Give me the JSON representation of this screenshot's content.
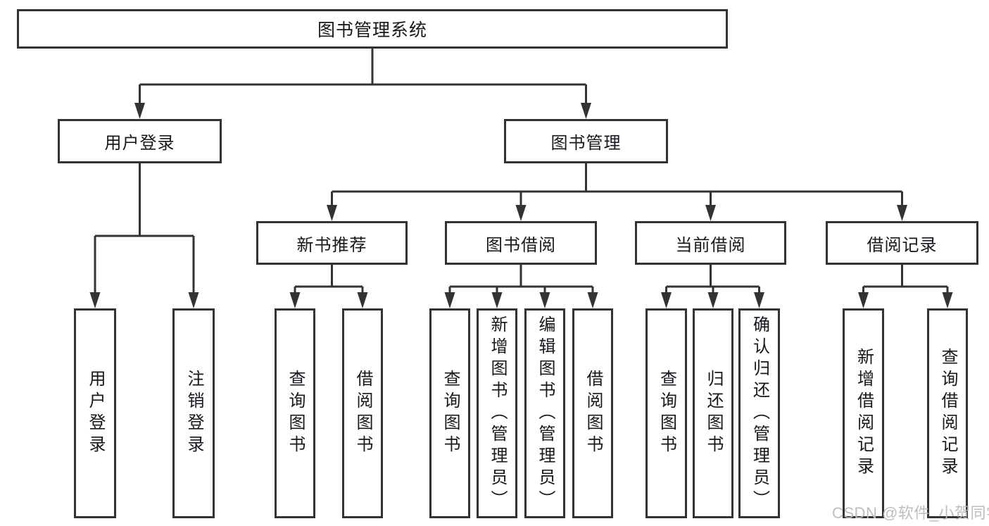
{
  "diagram": {
    "title": "图书管理系统",
    "watermark": "CSDN @软件_小贺同学",
    "colors": {
      "line": "#333336",
      "node_border": "#333336",
      "node_background": "#ffffff",
      "text": "#17171d",
      "watermark_text": "#b9bbbf"
    }
  },
  "tree": {
    "root": "图书管理系统",
    "children": [
      {
        "label": "用户登录",
        "children": [
          "用户登录",
          "注销登录"
        ]
      },
      {
        "label": "图书管理",
        "children": [
          {
            "label": "新书推荐",
            "children": [
              "查询图书",
              "借阅图书"
            ]
          },
          {
            "label": "图书借阅",
            "children": [
              "查询图书",
              "新增图书（管理员）",
              "编辑图书（管理员）",
              "借阅图书"
            ]
          },
          {
            "label": "当前借阅",
            "children": [
              "查询图书",
              "归还图书",
              "确认归还（管理员）"
            ]
          },
          {
            "label": "借阅记录",
            "children": [
              "新增借阅记录",
              "查询借阅记录"
            ]
          }
        ]
      }
    ]
  }
}
